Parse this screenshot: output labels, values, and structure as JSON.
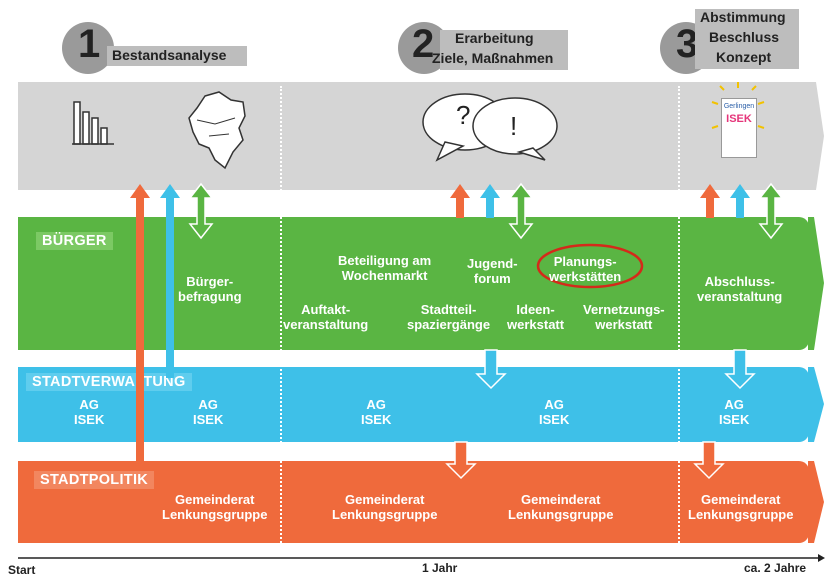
{
  "stages": [
    {
      "number": "1",
      "label": [
        "Bestandsanalyse"
      ]
    },
    {
      "number": "2",
      "label": [
        "Erarbeitung",
        "Ziele, Maßnahmen"
      ]
    },
    {
      "number": "3",
      "label": [
        "Abstimmung",
        "Beschluss",
        "Konzept"
      ]
    }
  ],
  "icons": {
    "bar_chart": "bar-chart-icon",
    "map": "city-map-icon",
    "speech": "speech-bubbles-icon",
    "question": "?",
    "exclaim": "!",
    "document_title": "Gerlingen",
    "document_logo": "ISEK"
  },
  "bands": {
    "buerger": {
      "title": "BÜRGER",
      "items": {
        "befragung": [
          "Bürger-",
          "befragung"
        ],
        "wochenmarkt": [
          "Beteiligung am",
          "Wochenmarkt"
        ],
        "jugendforum": [
          "Jugend-",
          "forum"
        ],
        "planungswerkstaetten": [
          "Planungs-",
          "werkstätten"
        ],
        "auftakt": [
          "Auftakt-",
          "veranstaltung"
        ],
        "stadtteil": [
          "Stadtteil-",
          "spaziergänge"
        ],
        "ideen": [
          "Ideen-",
          "werkstatt"
        ],
        "vernetzung": [
          "Vernetzungs-",
          "werkstatt"
        ],
        "abschluss": [
          "Abschluss-",
          "veranstaltung"
        ]
      }
    },
    "verwaltung": {
      "title": "STADTVERWALTUNG",
      "item": [
        "AG",
        "ISEK"
      ]
    },
    "politik": {
      "title": "STADTPOLITIK",
      "item": [
        "Gemeinderat",
        "Lenkungsgruppe"
      ]
    }
  },
  "timeline": {
    "start": "Start",
    "mid": "1 Jahr",
    "end": "ca. 2 Jahre"
  },
  "colors": {
    "grey": "#d5d5d5",
    "green": "#5ab543",
    "blue": "#3ec0e8",
    "orange": "#ef6a3c",
    "highlight": "#d42a1a"
  }
}
